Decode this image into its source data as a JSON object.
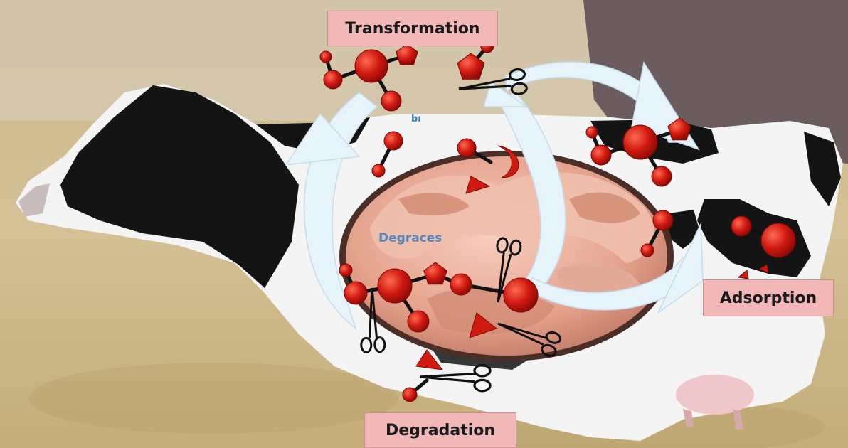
{
  "labels": {
    "transformation": "Transformation",
    "adsorption": "Adsorption",
    "degradation": "Degradation"
  },
  "annotations": {
    "faint_label": "Degraces",
    "fragment": "bı"
  },
  "colors": {
    "molecule": "#d01a10",
    "arrow": "#e6f3fb",
    "label_bg": "#f2b8b8",
    "cow_black": "#141414",
    "cow_white": "#f4f4f4",
    "rumen": "#e8aa95",
    "ground": "#cdb98c"
  },
  "icons": [
    "cow-illustration",
    "rumen-cutaway",
    "molecule-icon",
    "scissors-icon",
    "cycle-arrow-icon"
  ]
}
